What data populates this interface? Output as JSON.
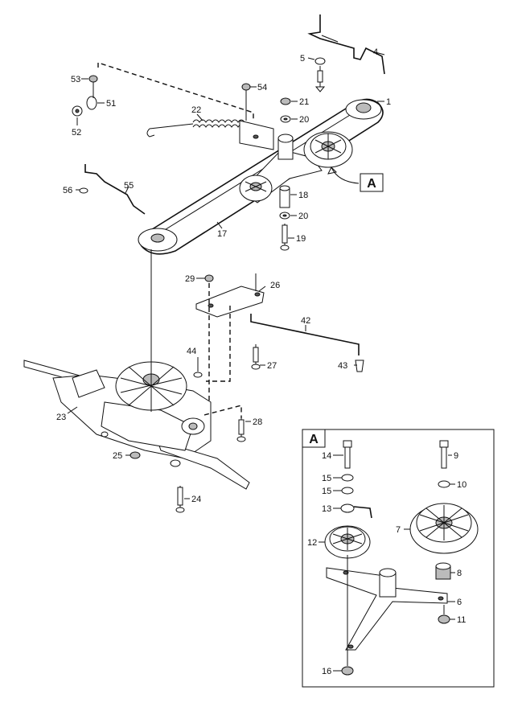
{
  "callouts": {
    "c1": "1",
    "c4": "4",
    "c5": "5",
    "c6": "6",
    "c7": "7",
    "c8": "8",
    "c9": "9",
    "c10": "10",
    "c11": "11",
    "c12": "12",
    "c13": "13",
    "c14": "14",
    "c15a": "15",
    "c15b": "15",
    "c16": "16",
    "c17": "17",
    "c18": "18",
    "c19": "19",
    "c20a": "20",
    "c20b": "20",
    "c21": "21",
    "c22": "22",
    "c23": "23",
    "c24": "24",
    "c25": "25",
    "c26": "26",
    "c27": "27",
    "c28": "28",
    "c29": "29",
    "c42": "42",
    "c43": "43",
    "c44": "44",
    "c51": "51",
    "c52": "52",
    "c53": "53",
    "c54": "54",
    "c55": "55",
    "c56": "56"
  },
  "detail": {
    "label": "A",
    "pointer_label": "A"
  }
}
